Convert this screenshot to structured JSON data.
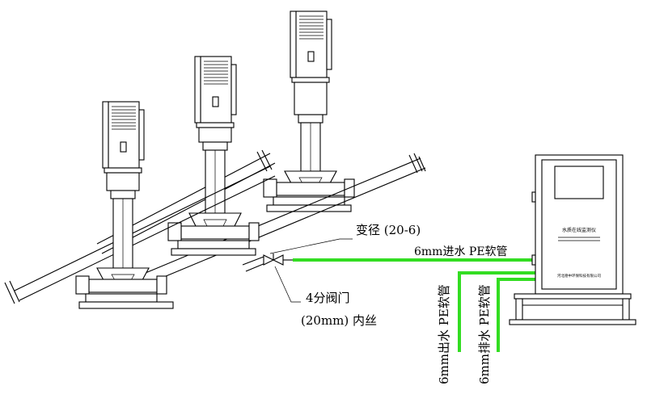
{
  "labels": {
    "reducer": "变径 (20-6)",
    "inlet_hose": "6mm进水 PE软管",
    "valve_line1": "4分阀门",
    "valve_line2": "(20mm) 内丝",
    "outlet_hose": "6mm出水 PE软管",
    "drain_hose": "6mm排水 PE软管"
  },
  "analyzer": {
    "title": "水质在线监测仪",
    "maker": "河北德中环保科技有限公司"
  },
  "colors": {
    "line": "#000000",
    "hose": "#33dd22",
    "background": "#ffffff"
  }
}
